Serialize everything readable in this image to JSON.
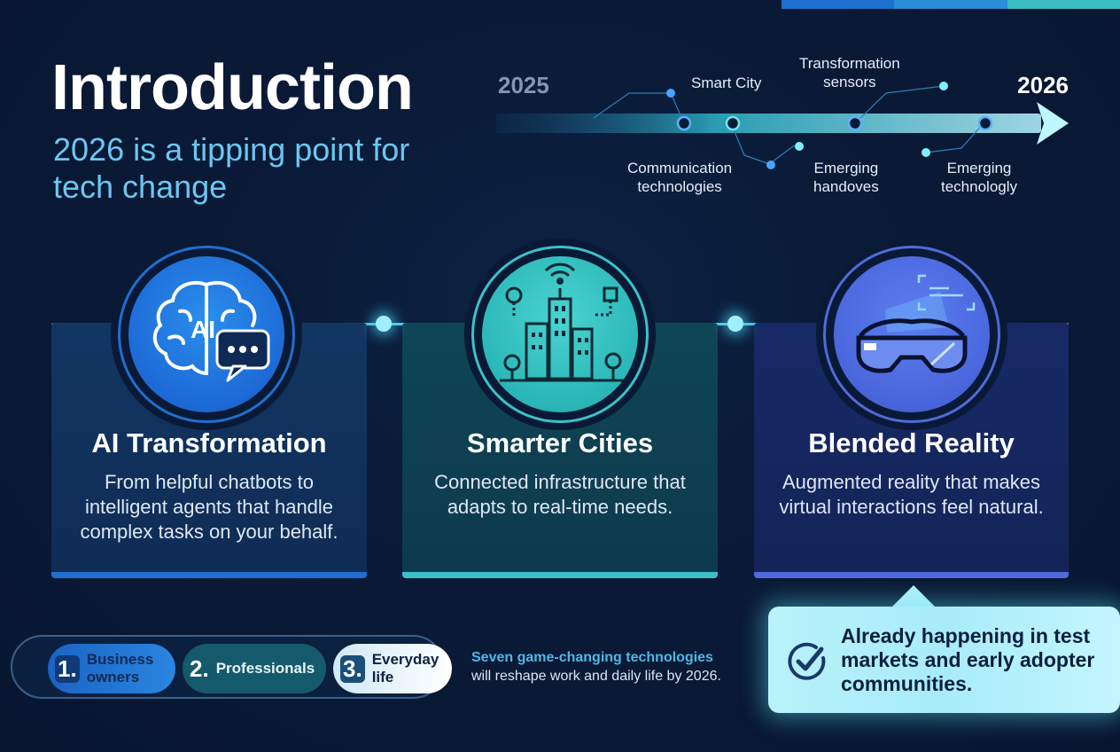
{
  "header": {
    "title": "Introduction",
    "subtitle": "2026 is a tipping point for tech change"
  },
  "timeline": {
    "start_year": "2025",
    "end_year": "2026",
    "labels_top": [
      {
        "text": "Smart City"
      },
      {
        "text": "Transformation\nsensors"
      }
    ],
    "labels_bottom": [
      {
        "text": "Communication\ntechnologies"
      },
      {
        "text": "Emerging\nhandoves"
      },
      {
        "text": "Emerging\ntechnologly"
      }
    ]
  },
  "cards": [
    {
      "icon": "ai-brain-chat-icon",
      "icon_text": "AI",
      "title": "AI Transformation",
      "description": "From helpful chatbots to intelligent agents that handle complex tasks on your behalf."
    },
    {
      "icon": "smart-city-icon",
      "title": "Smarter Cities",
      "description": "Connected infrastructure that adapts to real-time needs."
    },
    {
      "icon": "ar-glasses-icon",
      "title": "Blended Reality",
      "description": "Augmented reality that makes virtual interactions feel natural."
    }
  ],
  "audience": [
    {
      "num": "1.",
      "label": "Business owners"
    },
    {
      "num": "2.",
      "label": "Professionals"
    },
    {
      "num": "3.",
      "label": "Everyday life"
    }
  ],
  "tagline": {
    "accent": "Seven game-changing technologies",
    "rest": "will reshape work and daily life by 2026."
  },
  "callout": {
    "icon": "check-circle-icon",
    "text": "Already happening in test markets and early adopter communities."
  },
  "colors": {
    "background": "#0a1a36",
    "blue": "#1f6fd1",
    "teal": "#3bc2c8",
    "indigo": "#4f6bdb",
    "accent_text": "#6cc7f2"
  }
}
